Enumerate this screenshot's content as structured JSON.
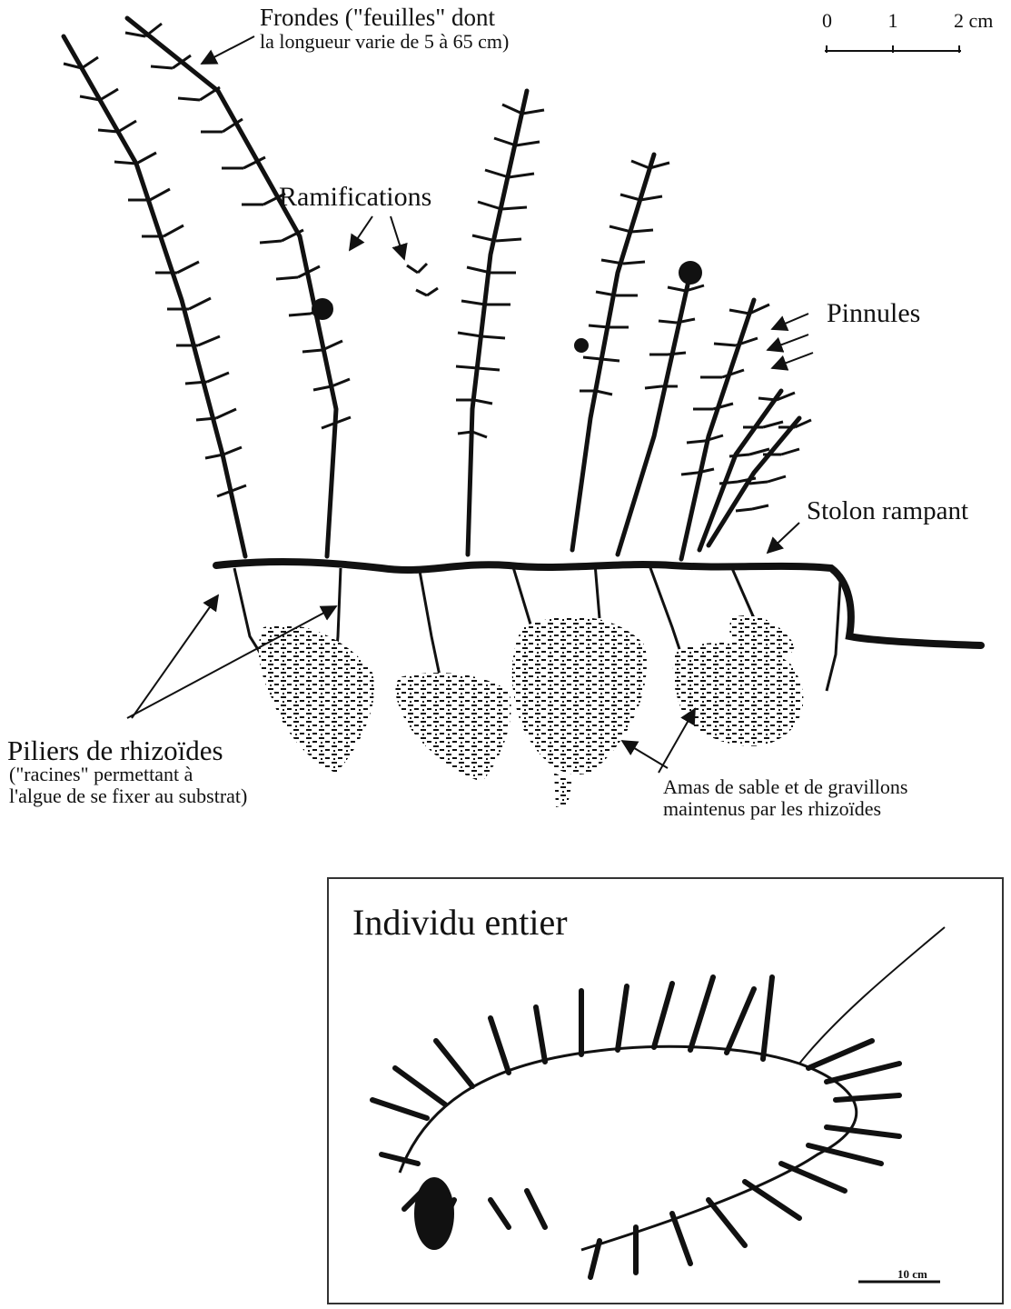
{
  "labels": {
    "frondes_line1": "Frondes (\"feuilles\" dont",
    "frondes_line2": "la longueur varie de 5 à 65 cm)",
    "ramifications": "Ramifications",
    "pinnules": "Pinnules",
    "stolon": "Stolon rampant",
    "piliers_line1": "Piliers de rhizoïdes",
    "piliers_line2": "(\"racines\" permettant à",
    "piliers_line3": "l'algue de se fixer au substrat)",
    "amas_line1": "Amas de sable et de gravillons",
    "amas_line2": "maintenus par les rhizoïdes"
  },
  "scale_bar": {
    "ticks": [
      "0",
      "1",
      "2 cm"
    ]
  },
  "inset": {
    "title": "Individu entier",
    "scale_label": "10 cm"
  },
  "colors": {
    "ink": "#111111",
    "frame": "#333333",
    "background": "#ffffff"
  }
}
